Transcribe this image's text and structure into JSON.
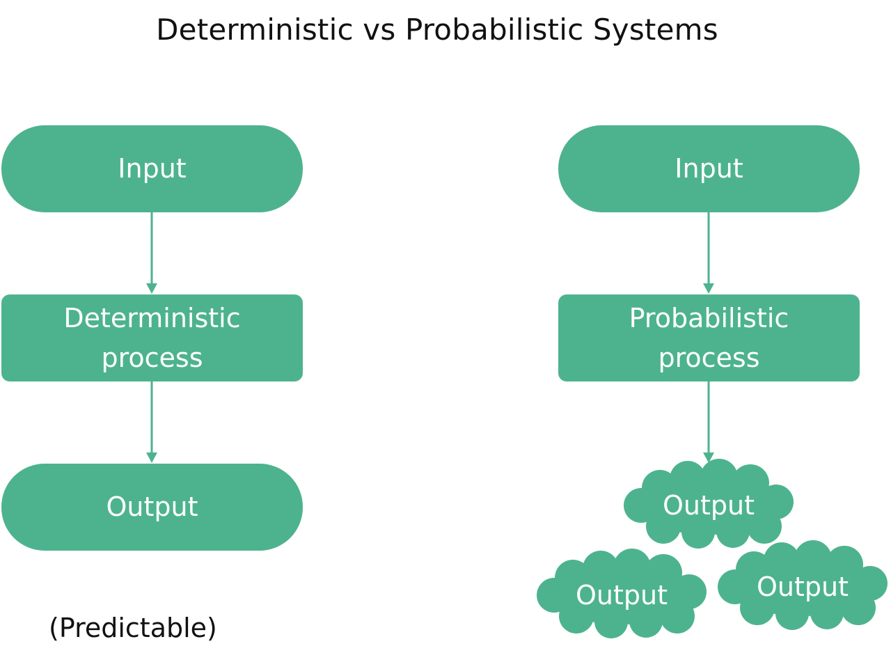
{
  "title": "Deterministic vs Probabilistic Systems",
  "colors": {
    "node": "#4db38f",
    "text": "#ffffff",
    "title": "#111111"
  },
  "left": {
    "input": "Input",
    "process_line1": "Deterministic",
    "process_line2": "process",
    "output": "Output",
    "caption": "(Predictable)"
  },
  "right": {
    "input": "Input",
    "process_line1": "Probabilistic",
    "process_line2": "process",
    "outputs": [
      "Output",
      "Output",
      "Output"
    ]
  }
}
